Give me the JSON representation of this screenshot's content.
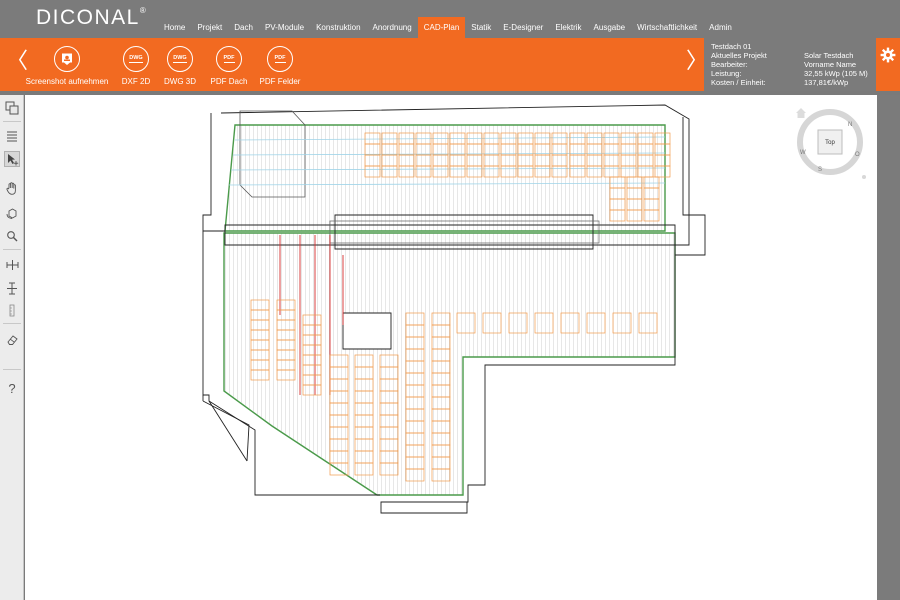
{
  "app": {
    "brand": "DICONAL",
    "brand_mark": "®"
  },
  "nav": {
    "items": [
      {
        "label": "Home"
      },
      {
        "label": "Projekt"
      },
      {
        "label": "Dach"
      },
      {
        "label": "PV-Module"
      },
      {
        "label": "Konstruktion"
      },
      {
        "label": "Anordnung"
      },
      {
        "label": "CAD-Plan"
      },
      {
        "label": "Statik"
      },
      {
        "label": "E-Designer"
      },
      {
        "label": "Elektrik"
      },
      {
        "label": "Ausgabe"
      },
      {
        "label": "Wirtschaftlichkeit"
      },
      {
        "label": "Admin"
      }
    ],
    "active": "CAD-Plan"
  },
  "toolbar": {
    "buttons": [
      {
        "label": "Screenshot aufnehmen",
        "badge": "",
        "icon": "screenshot-icon"
      },
      {
        "label": "DXF 2D",
        "badge": "DWG",
        "icon": "dwg-file-icon"
      },
      {
        "label": "DWG 3D",
        "badge": "DWG",
        "icon": "dwg-file-icon"
      },
      {
        "label": "PDF Dach",
        "badge": "PDF",
        "icon": "pdf-file-icon"
      },
      {
        "label": "PDF Felder",
        "badge": "PDF",
        "icon": "pdf-file-icon"
      }
    ],
    "prev_arrow": "〈",
    "next_arrow": "〉"
  },
  "info": {
    "title": "Testdach 01",
    "rows": [
      {
        "label": "Aktuelles Projekt",
        "value": "Solar Testdach"
      },
      {
        "label": "Bearbeiter:",
        "value": "Vorname Name"
      },
      {
        "label": "Leistung:",
        "value": "32,55 kWp (105 M)"
      },
      {
        "label": "Kosten / Einheit:",
        "value": "137,81€/kWp"
      }
    ]
  },
  "sidebar": {
    "icons": [
      "layers-icon",
      "list-icon",
      "select-move-icon",
      "pan-hand-icon",
      "rotate-icon",
      "zoom-icon",
      "measure-horizontal-icon",
      "measure-vertical-icon",
      "ruler-icon",
      "eraser-icon",
      "help-icon"
    ],
    "help_glyph": "?"
  },
  "viewcube": {
    "face_label": "Top",
    "compass": [
      "N",
      "O",
      "S",
      "W"
    ]
  },
  "colors": {
    "accent": "#f26a21",
    "topbar": "#7b7b7b",
    "module_orange": "#f39a4a",
    "string_red": "#d62c2c",
    "roof_green": "#4a9a4a"
  }
}
